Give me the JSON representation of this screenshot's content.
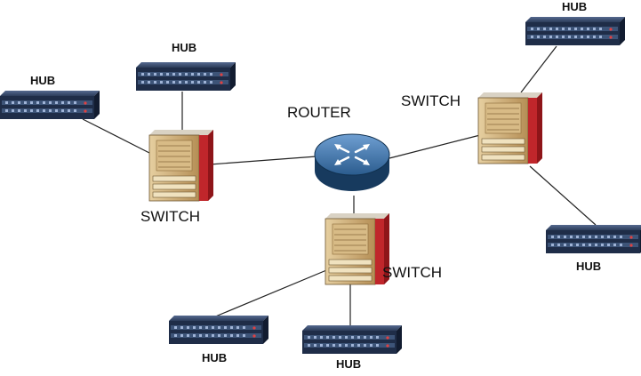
{
  "diagram": {
    "router": {
      "label": "ROUTER"
    },
    "switches": [
      {
        "label": "SWITCH"
      },
      {
        "label": "SWITCH"
      },
      {
        "label": "SWITCH"
      }
    ],
    "hubs": [
      {
        "label": "HUB"
      },
      {
        "label": "HUB"
      },
      {
        "label": "HUB"
      },
      {
        "label": "HUB"
      },
      {
        "label": "HUB"
      },
      {
        "label": "HUB"
      }
    ],
    "colors": {
      "hub_body": "#2c3c5a",
      "hub_front": "#1f2d48",
      "switch_front": "#c9a873",
      "switch_side": "#c0262b",
      "router_body": "#2b5c8e",
      "router_base": "#173a5e",
      "link": "#222222"
    }
  }
}
